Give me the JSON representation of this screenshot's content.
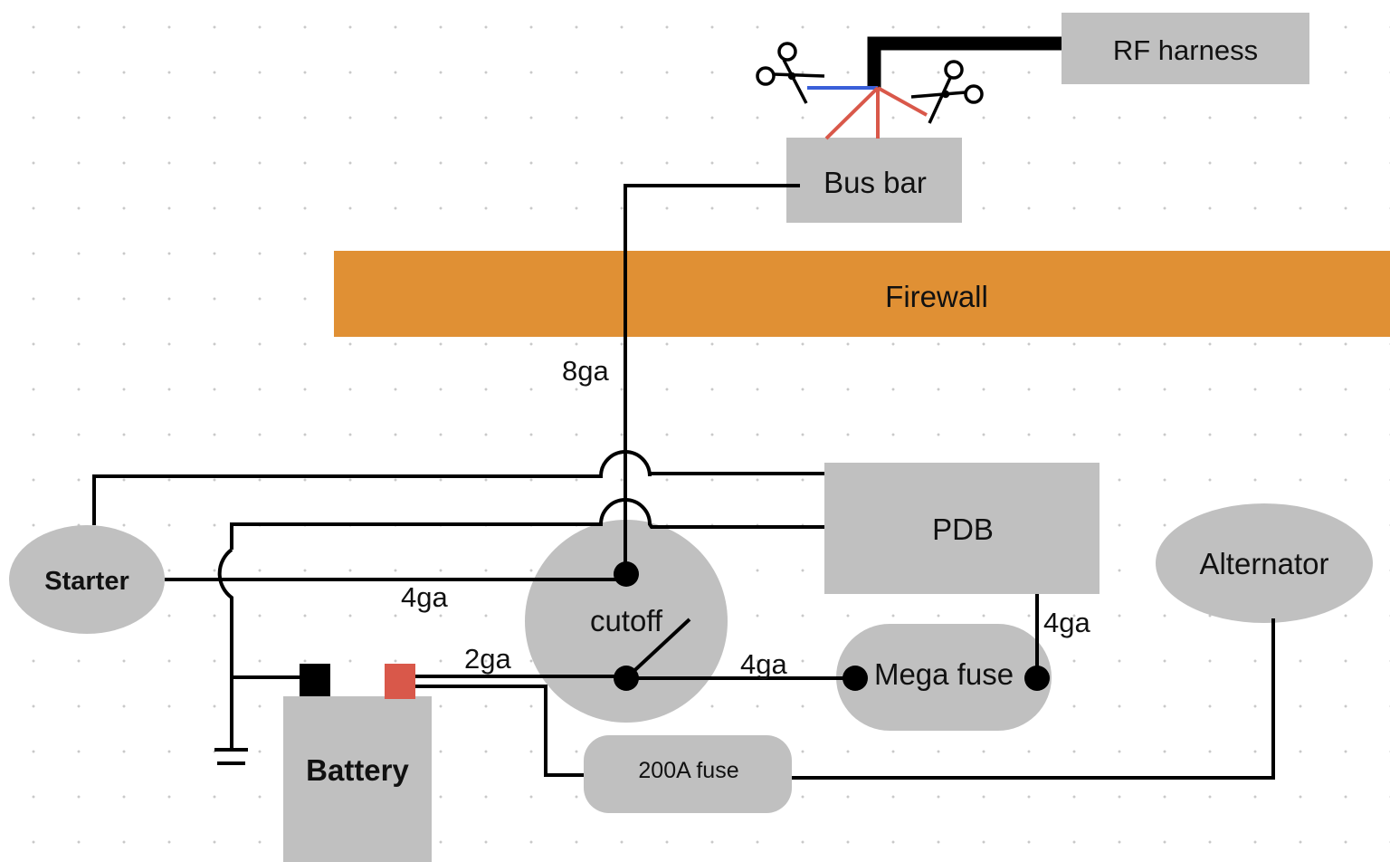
{
  "components": {
    "rf_harness": "RF harness",
    "bus_bar": "Bus bar",
    "firewall": "Firewall",
    "pdb": "PDB",
    "starter": "Starter",
    "alternator": "Alternator",
    "cutoff": "cutoff",
    "mega_fuse": "Mega fuse",
    "battery": "Battery",
    "fuse_200a": "200A fuse"
  },
  "wire_labels": {
    "bus_feed": "8ga",
    "starter_feed": "4ga",
    "battery_to_cutoff": "2ga",
    "cutoff_to_mega_fuse": "4ga",
    "pdb_to_mega_fuse": "4ga"
  },
  "colors": {
    "component_fill": "#c0c0c0",
    "firewall_fill": "#e09034",
    "wire": "#000000",
    "cut_wire_blue": "#3a5fd9",
    "cut_wire_red": "#d9584a",
    "battery_positive": "#d9584a",
    "battery_negative": "#000000"
  },
  "icons": [
    "scissors-icon",
    "scissors-icon",
    "ground-symbol-icon"
  ]
}
